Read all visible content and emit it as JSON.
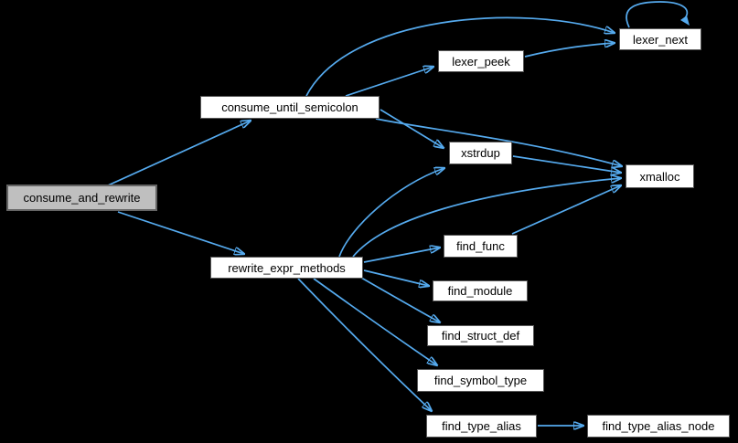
{
  "graph": {
    "background_color": "#000000",
    "edge_color": "#55AAEE",
    "node_fill_color": "#ffffff",
    "node_border_color": "#575757",
    "highlight_fill_color": "#bfbfbf",
    "nodes": [
      {
        "id": "consume_and_rewrite",
        "label": "consume_and_rewrite",
        "highlighted": true
      },
      {
        "id": "consume_until_semicolon",
        "label": "consume_until_semicolon",
        "highlighted": false
      },
      {
        "id": "lexer_peek",
        "label": "lexer_peek",
        "highlighted": false
      },
      {
        "id": "lexer_next",
        "label": "lexer_next",
        "highlighted": false
      },
      {
        "id": "xstrdup",
        "label": "xstrdup",
        "highlighted": false
      },
      {
        "id": "xmalloc",
        "label": "xmalloc",
        "highlighted": false
      },
      {
        "id": "rewrite_expr_methods",
        "label": "rewrite_expr_methods",
        "highlighted": false
      },
      {
        "id": "find_func",
        "label": "find_func",
        "highlighted": false
      },
      {
        "id": "find_module",
        "label": "find_module",
        "highlighted": false
      },
      {
        "id": "find_struct_def",
        "label": "find_struct_def",
        "highlighted": false
      },
      {
        "id": "find_symbol_type",
        "label": "find_symbol_type",
        "highlighted": false
      },
      {
        "id": "find_type_alias",
        "label": "find_type_alias",
        "highlighted": false
      },
      {
        "id": "find_type_alias_node",
        "label": "find_type_alias_node",
        "highlighted": false
      }
    ],
    "edges": [
      {
        "from": "consume_and_rewrite",
        "to": "consume_until_semicolon"
      },
      {
        "from": "consume_and_rewrite",
        "to": "rewrite_expr_methods"
      },
      {
        "from": "consume_until_semicolon",
        "to": "lexer_peek"
      },
      {
        "from": "consume_until_semicolon",
        "to": "lexer_next"
      },
      {
        "from": "consume_until_semicolon",
        "to": "xstrdup"
      },
      {
        "from": "consume_until_semicolon",
        "to": "xmalloc"
      },
      {
        "from": "lexer_peek",
        "to": "lexer_next"
      },
      {
        "from": "lexer_next",
        "to": "lexer_next"
      },
      {
        "from": "xstrdup",
        "to": "xmalloc"
      },
      {
        "from": "rewrite_expr_methods",
        "to": "xstrdup"
      },
      {
        "from": "rewrite_expr_methods",
        "to": "xmalloc"
      },
      {
        "from": "rewrite_expr_methods",
        "to": "find_func"
      },
      {
        "from": "rewrite_expr_methods",
        "to": "find_module"
      },
      {
        "from": "rewrite_expr_methods",
        "to": "find_struct_def"
      },
      {
        "from": "rewrite_expr_methods",
        "to": "find_symbol_type"
      },
      {
        "from": "rewrite_expr_methods",
        "to": "find_type_alias"
      },
      {
        "from": "find_func",
        "to": "xmalloc"
      },
      {
        "from": "find_type_alias",
        "to": "find_type_alias_node"
      }
    ]
  }
}
